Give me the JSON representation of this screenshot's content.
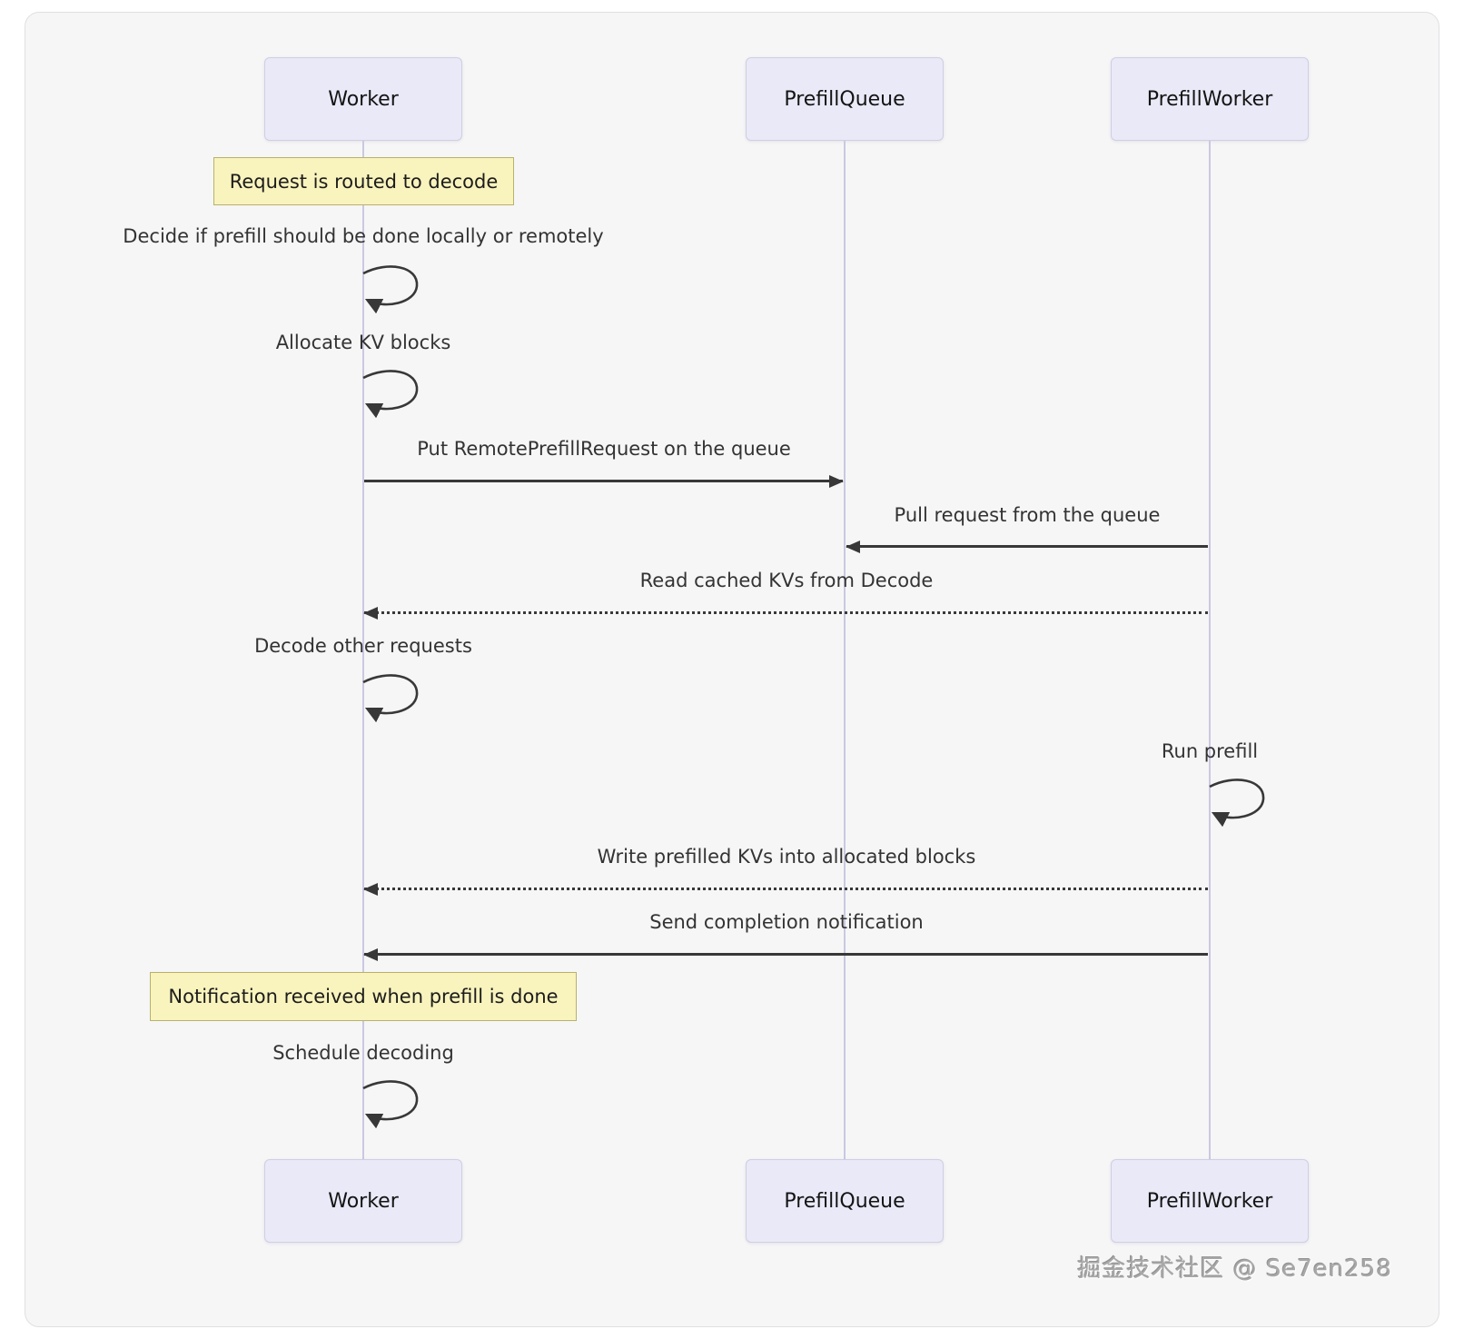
{
  "colors": {
    "panel_bg": "#f6f6f7",
    "panel_border": "#e0e0e3",
    "actor_fill": "#e9e9f8",
    "actor_border": "#cfcfe3",
    "lifeline": "#c9c9e2",
    "note_fill": "#f9f3bd",
    "note_border": "#b8b26a",
    "arrow": "#383838",
    "text": "#333333",
    "watermark": "#a8a8a8"
  },
  "diagram": {
    "type": "sequence",
    "actors": [
      {
        "id": "worker",
        "label": "Worker"
      },
      {
        "id": "prefill-queue",
        "label": "PrefillQueue"
      },
      {
        "id": "prefill-worker",
        "label": "PrefillWorker"
      }
    ],
    "notes": [
      {
        "over": "worker",
        "text": "Request is routed to decode"
      },
      {
        "over": "worker",
        "text": "Notification received when prefill is done"
      }
    ],
    "messages": [
      {
        "type": "self",
        "actor": "worker",
        "text": "Decide if prefill should be done locally or remotely"
      },
      {
        "type": "self",
        "actor": "worker",
        "text": "Allocate KV blocks"
      },
      {
        "type": "solid",
        "from": "worker",
        "to": "prefill-queue",
        "text": "Put RemotePrefillRequest on the queue"
      },
      {
        "type": "solid",
        "from": "prefill-worker",
        "to": "prefill-queue",
        "text": "Pull request from the queue"
      },
      {
        "type": "dashed",
        "from": "prefill-worker",
        "to": "worker",
        "text": "Read cached KVs from Decode"
      },
      {
        "type": "self",
        "actor": "worker",
        "text": "Decode other requests"
      },
      {
        "type": "self",
        "actor": "prefill-worker",
        "text": "Run prefill"
      },
      {
        "type": "dashed",
        "from": "prefill-worker",
        "to": "worker",
        "text": "Write prefilled KVs into allocated blocks"
      },
      {
        "type": "solid",
        "from": "prefill-worker",
        "to": "worker",
        "text": "Send completion notification"
      },
      {
        "type": "self",
        "actor": "worker",
        "text": "Schedule decoding"
      }
    ]
  },
  "watermark": "掘金技术社区 @ Se7en258"
}
